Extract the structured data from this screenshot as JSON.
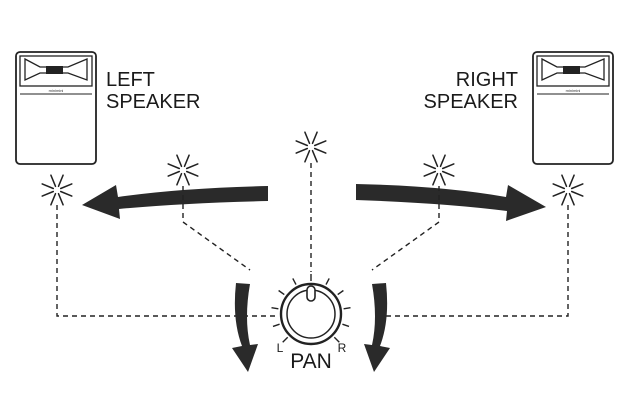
{
  "labels": {
    "left_speaker": [
      "LEFT",
      "SPEAKER"
    ],
    "right_speaker": [
      "RIGHT",
      "SPEAKER"
    ],
    "knob": "PAN",
    "knob_left": "L",
    "knob_right": "R",
    "speaker_brand": "minimini"
  },
  "colors": {
    "ink": "#1a1a1a",
    "arrow": "#2a2a2a",
    "background": "#ffffff"
  }
}
